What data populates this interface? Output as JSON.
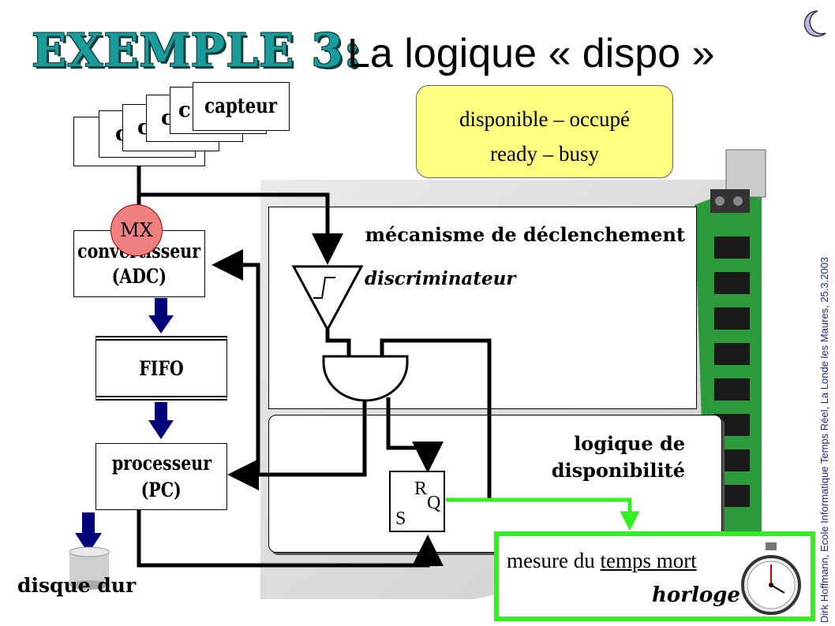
{
  "title": {
    "main": "EXEMPLE 3:",
    "sub": "La logique « dispo »"
  },
  "note": {
    "line1": "disponible – occupé",
    "line2": "ready – busy"
  },
  "blocks": {
    "capteur_front": "capteur",
    "capteur_back": [
      "c",
      "c",
      "c",
      "c"
    ],
    "mx": "MX",
    "convertisseur": "convertisseur",
    "adc": "(ADC)",
    "fifo": "FIFO",
    "processeur": "processeur",
    "pc": "(PC)",
    "disque": "disque dur",
    "discriminateur": "discriminateur",
    "latch_r": "R",
    "latch_s": "S",
    "latch_q": "Q"
  },
  "sections": {
    "trigger": "mécanisme de déclenchement",
    "dispo_line1": "logique de",
    "dispo_line2": "disponibilité"
  },
  "deadtime": {
    "label_prefix": "mesure du ",
    "label_underlined": "temps mort",
    "clock": "horloge"
  },
  "credit": "Dirk Hoffmann, Ecole Informatique Temps Réel, La Londe les Maures, 25.3.2003",
  "colors": {
    "title": "#1a9a9a",
    "note_bg": "#ffff80",
    "green": "#33ee22",
    "mx": "#f08080",
    "navy_arrow": "#00007a",
    "moon": "#b8b8ea"
  }
}
